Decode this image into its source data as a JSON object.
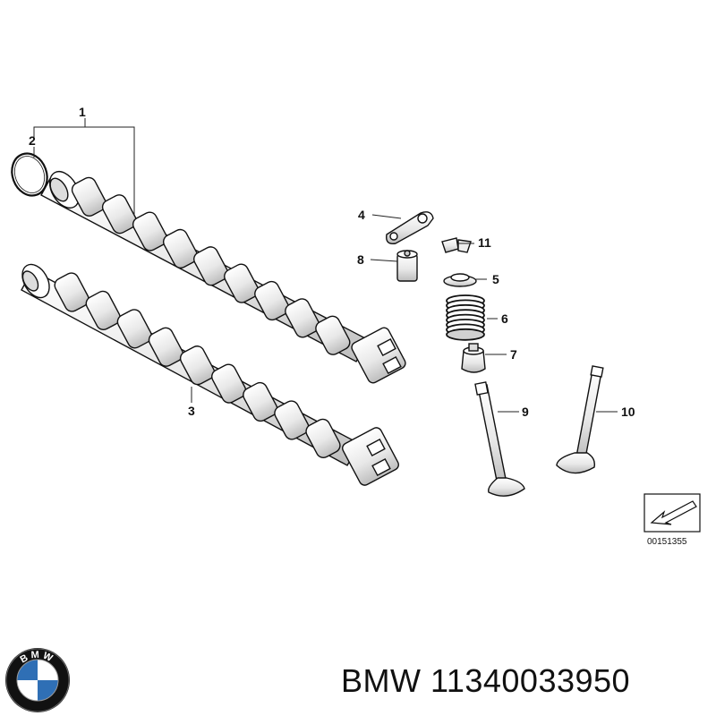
{
  "diagram": {
    "callouts": [
      "1",
      "2",
      "3",
      "4",
      "5",
      "6",
      "7",
      "8",
      "9",
      "10",
      "11"
    ],
    "reference_code": "00151355"
  },
  "caption": {
    "brand": "BMW",
    "part_number": "11340033950"
  },
  "logo": {
    "name": "BMW roundel",
    "letters": "BMW",
    "colors": {
      "ring": "#111111",
      "blue": "#2f6fb5",
      "white": "#ffffff"
    }
  },
  "colors": {
    "background": "#ffffff",
    "ink": "#111111",
    "part_fill": "#ffffff",
    "part_shade": "#d9d9d9"
  }
}
